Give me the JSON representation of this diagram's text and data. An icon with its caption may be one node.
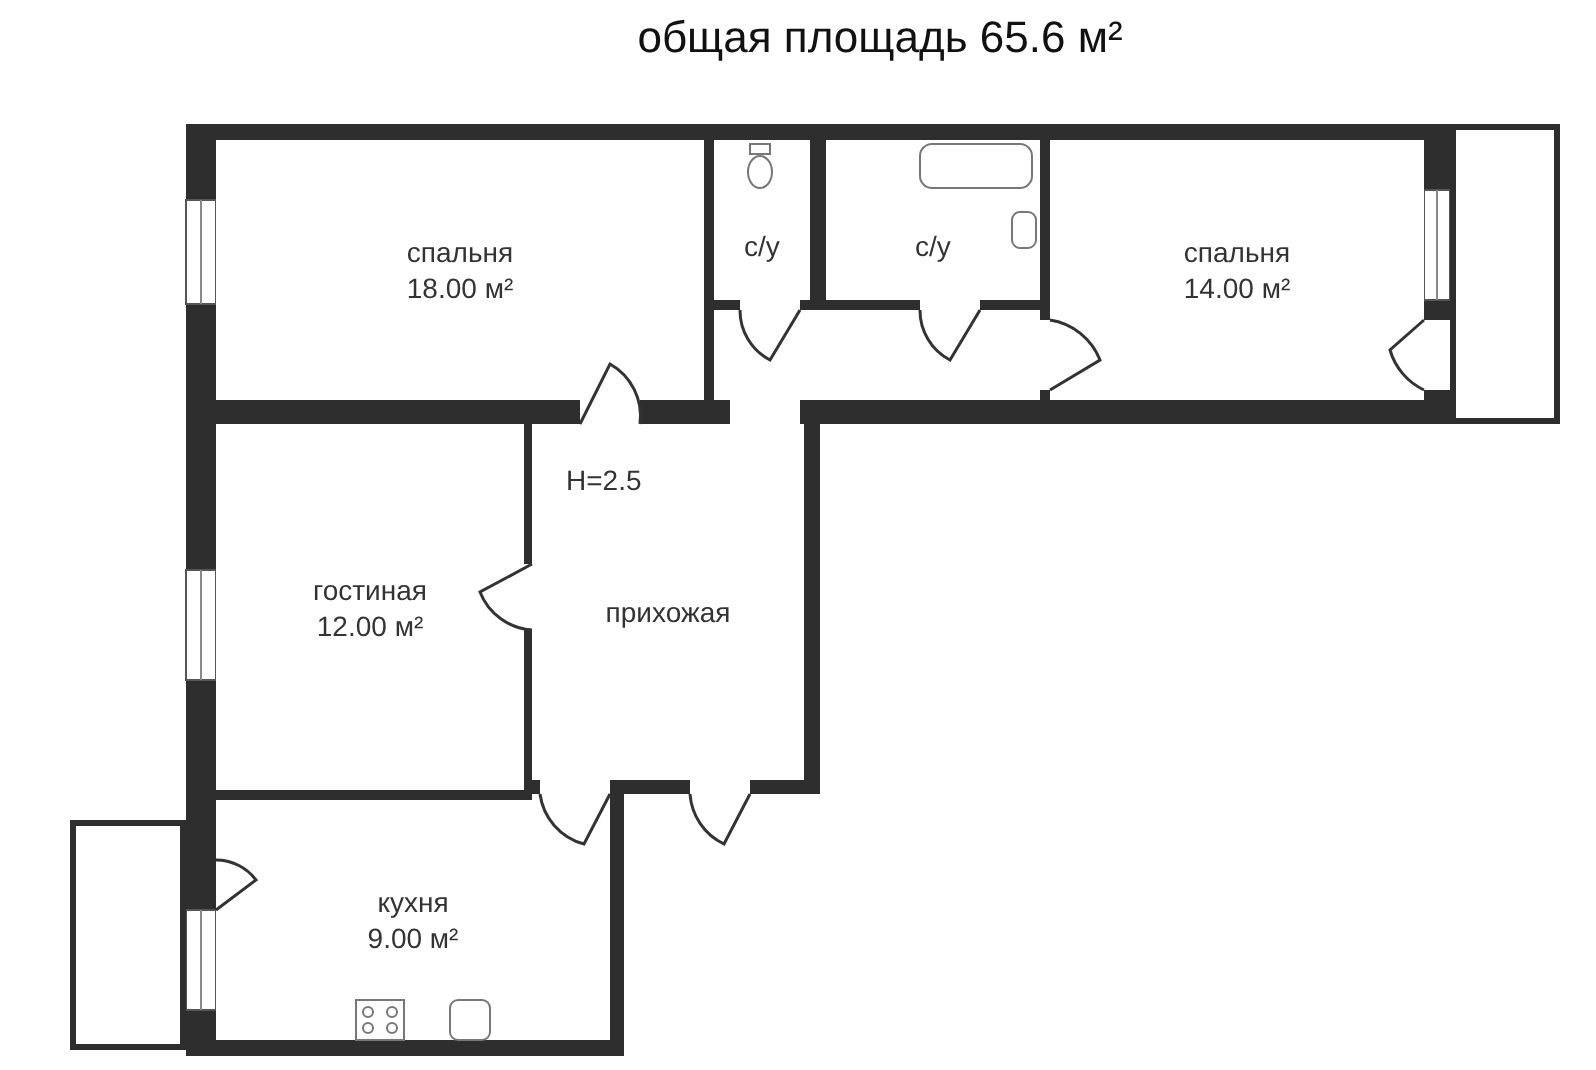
{
  "diagram": {
    "title": "общая площадь 65.6 м²",
    "nodes": [
      {
        "text": [
          "спальня",
          "18.00 м²"
        ]
      },
      {
        "text": [
          "с/у"
        ]
      },
      {
        "text": [
          "с/у"
        ]
      },
      {
        "text": [
          "спальня",
          "14.00 м²"
        ]
      },
      {
        "text": [
          "гостиная",
          "12.00 м²"
        ]
      },
      {
        "text": [
          "прихожая"
        ]
      },
      {
        "text": [
          "кухня",
          "9.00 м²"
        ]
      },
      {
        "text": [],
        "shape": "box"
      },
      {
        "text": [],
        "shape": "box"
      }
    ],
    "edges": [],
    "labels": [
      "H=2.5"
    ]
  }
}
